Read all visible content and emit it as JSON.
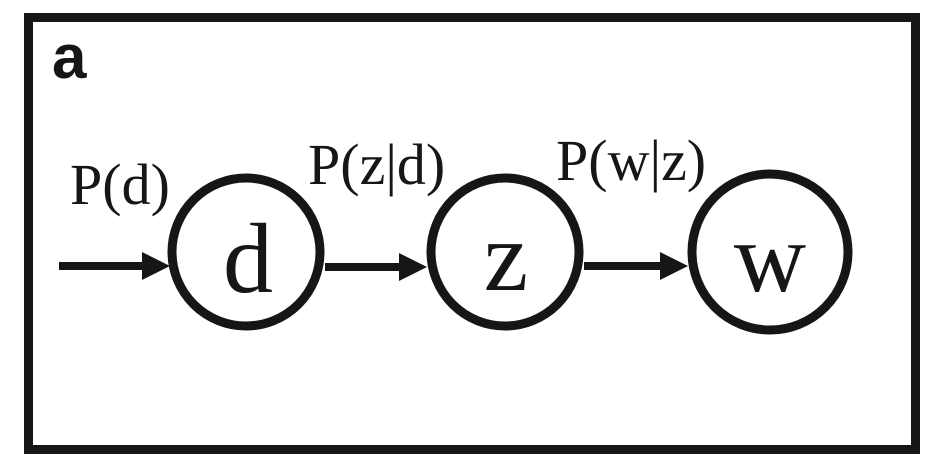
{
  "figure": {
    "panel_label": "a",
    "diagram_type": "directed graphical model (pLSA aspect model)",
    "nodes": [
      {
        "id": "d",
        "label": "d"
      },
      {
        "id": "z",
        "label": "z"
      },
      {
        "id": "w",
        "label": "w"
      }
    ],
    "edges": [
      {
        "from": "external",
        "to": "d",
        "label": "P(d)"
      },
      {
        "from": "d",
        "to": "z",
        "label": "P(z|d)"
      },
      {
        "from": "z",
        "to": "w",
        "label": "P(w|z)"
      }
    ],
    "colors": {
      "ink": "#161616",
      "background": "#ffffff"
    }
  }
}
